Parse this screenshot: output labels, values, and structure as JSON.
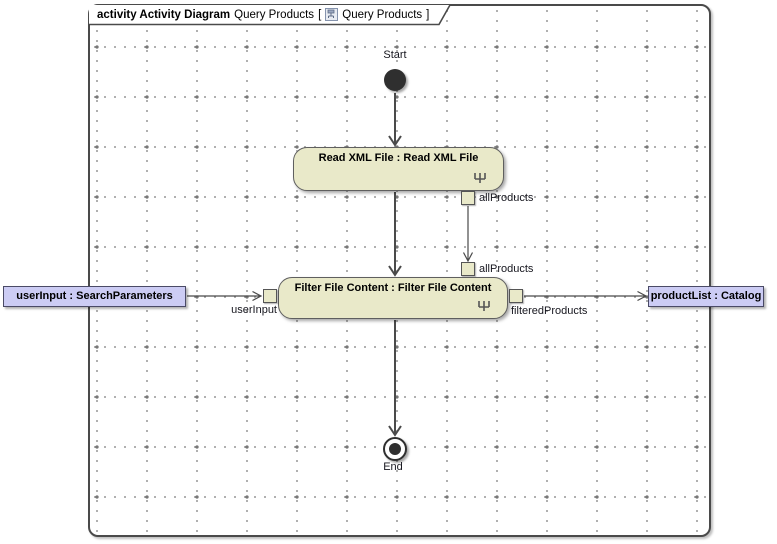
{
  "frame": {
    "tab": {
      "keyword": "activity Activity Diagram",
      "diagram_name": "Query Products",
      "bracket_open": "[",
      "ref_name": "Query Products",
      "bracket_close": "]"
    }
  },
  "nodes": {
    "start": {
      "label": "Start"
    },
    "read_xml": {
      "label": "Read XML File : Read XML File"
    },
    "filter": {
      "label": "Filter File Content : Filter File Content"
    },
    "end": {
      "label": "End"
    }
  },
  "pins": {
    "all_products_out": {
      "label": "allProducts"
    },
    "all_products_in": {
      "label": "allProducts"
    },
    "user_input": {
      "label": "userInput"
    },
    "filtered_products": {
      "label": "filteredProducts"
    }
  },
  "parameters": {
    "user_input": {
      "label": "userInput : SearchParameters"
    },
    "product_list": {
      "label": "productList : Catalog"
    }
  },
  "colors": {
    "action_fill": "#e9e9c9",
    "action_border": "#5f5f5f",
    "parameter_fill": "#ccccf4",
    "frame_border": "#4a4a4a",
    "flow_line": "#4a4a4a"
  }
}
